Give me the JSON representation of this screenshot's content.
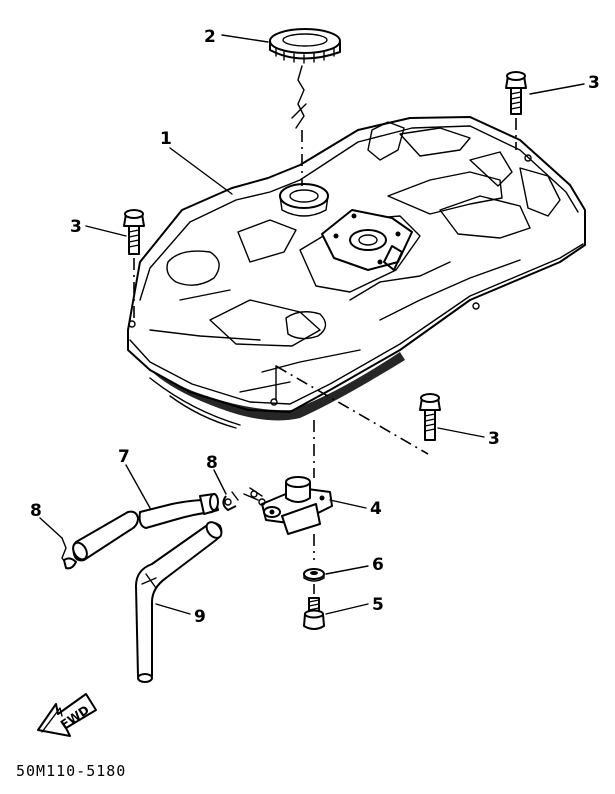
{
  "callouts": {
    "c1": "1",
    "c2": "2",
    "c3a": "3",
    "c3b": "3",
    "c3c": "3",
    "c4": "4",
    "c5": "5",
    "c6": "6",
    "c7": "7",
    "c8a": "8",
    "c8b": "8",
    "c9": "9"
  },
  "direction_label": "FWD",
  "drawing_code": "50M110-5180"
}
